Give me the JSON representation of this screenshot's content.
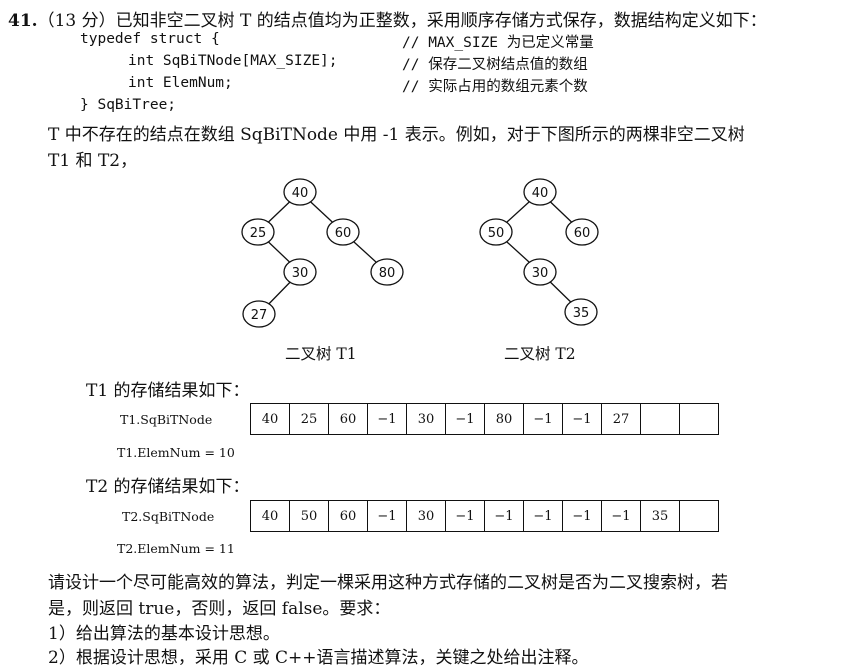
{
  "question": {
    "number": "41.",
    "text": "（13 分）已知非空二叉树 T 的结点值均为正整数，采用顺序存储方式保存，数据结构定义如下："
  },
  "code": [
    {
      "text": "typedef struct {",
      "comment": "// MAX_SIZE 为已定义常量"
    },
    {
      "text": "int SqBiTNode[MAX_SIZE];",
      "comment": "// 保存二叉树结点值的数组"
    },
    {
      "text": "int ElemNum;",
      "comment": "// 实际占用的数组元素个数"
    },
    {
      "text": "} SqBiTree;",
      "comment": ""
    }
  ],
  "desc_line1": "T 中不存在的结点在数组 SqBiTNode 中用 -1 表示。例如，对于下图所示的两棵非空二叉树",
  "desc_line2": "T1 和 T2，",
  "tree1": {
    "caption": "二叉树 T1",
    "nodes": {
      "n40": "40",
      "n25": "25",
      "n60": "60",
      "n30": "30",
      "n80": "80",
      "n27": "27"
    }
  },
  "tree2": {
    "caption": "二叉树 T2",
    "nodes": {
      "n40": "40",
      "n50": "50",
      "n60": "60",
      "n30": "30",
      "n35": "35"
    }
  },
  "t1_storage": {
    "heading": "T1 的存储结果如下：",
    "label": "T1.SqBiTNode",
    "cells": [
      "40",
      "25",
      "60",
      "−1",
      "30",
      "−1",
      "80",
      "−1",
      "−1",
      "27",
      "",
      ""
    ],
    "elemnum": "T1.ElemNum = 10"
  },
  "t2_storage": {
    "heading": "T2 的存储结果如下：",
    "label": "T2.SqBiTNode",
    "cells": [
      "40",
      "50",
      "60",
      "−1",
      "30",
      "−1",
      "−1",
      "−1",
      "−1",
      "−1",
      "35",
      ""
    ],
    "elemnum": "T2.ElemNum = 11"
  },
  "task": {
    "line1": "请设计一个尽可能高效的算法，判定一棵采用这种方式存储的二叉树是否为二叉搜索树，若",
    "line2": "是，则返回 true，否则，返回 false。要求：",
    "req1": "1）给出算法的基本设计思想。",
    "req2": "2）根据设计思想，采用 C 或 C++语言描述算法，关键之处给出注释。"
  }
}
